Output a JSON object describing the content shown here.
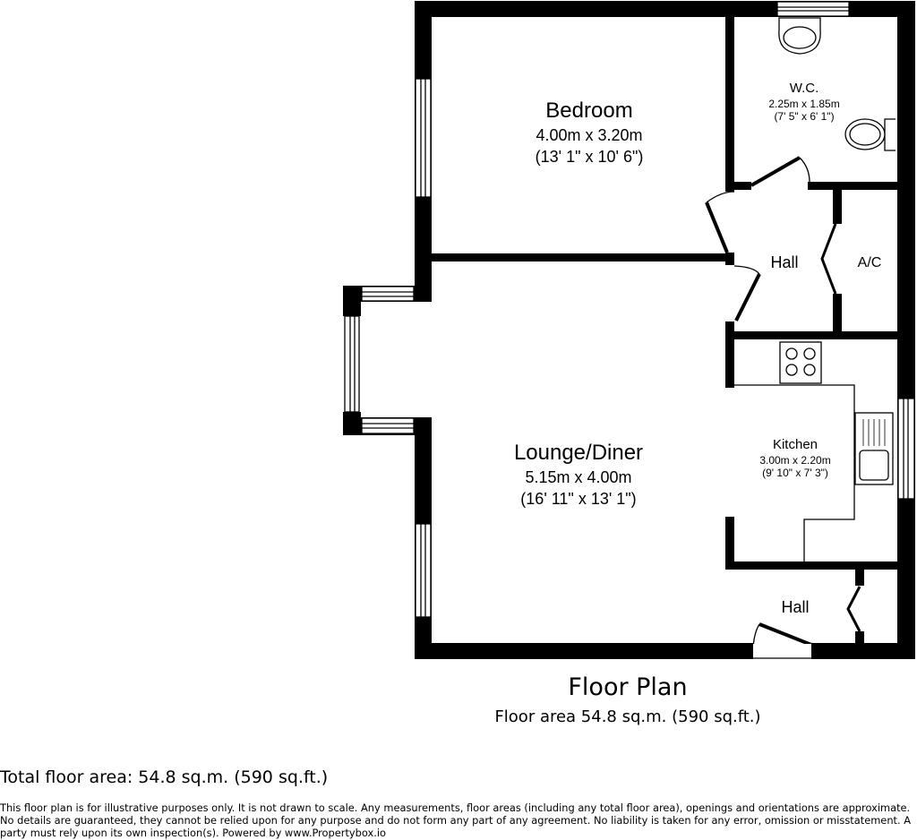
{
  "plan": {
    "rooms": [
      {
        "id": "bedroom",
        "name": "Bedroom",
        "dims_metric": "4.00m x 3.20m",
        "dims_imperial": "(13' 1\" x 10' 6\")"
      },
      {
        "id": "wc",
        "name": "W.C.",
        "dims_metric": "2.25m x 1.85m",
        "dims_imperial": "(7' 5\" x 6' 1\")"
      },
      {
        "id": "hall_upper",
        "name": "Hall"
      },
      {
        "id": "ac",
        "name": "A/C"
      },
      {
        "id": "lounge",
        "name": "Lounge/Diner",
        "dims_metric": "5.15m x 4.00m",
        "dims_imperial": "(16' 11\" x 13' 1\")"
      },
      {
        "id": "kitchen",
        "name": "Kitchen",
        "dims_metric": "3.00m x 2.20m",
        "dims_imperial": "(9' 10\" x 7' 3\")"
      },
      {
        "id": "hall_lower",
        "name": "Hall"
      }
    ],
    "fixtures": [
      "toilet-icon",
      "basin-icon",
      "hob-icon",
      "sink-icon"
    ],
    "wall_color": "#000000"
  },
  "caption": {
    "title": "Floor Plan",
    "area": "Floor area 54.8 sq.m. (590 sq.ft.)"
  },
  "footer": {
    "total_area": "Total floor area: 54.8 sq.m. (590 sq.ft.)",
    "disclaimer": "This floor plan is for illustrative purposes only. It is not drawn to scale. Any measurements, floor areas (including any total floor area), openings and orientations are approximate. No details are guaranteed, they cannot be relied upon for any purpose and do not form any part of any agreement. No liability is taken for any error, omission or misstatement. A party must rely upon its own inspection(s). Powered by www.Propertybox.io"
  }
}
